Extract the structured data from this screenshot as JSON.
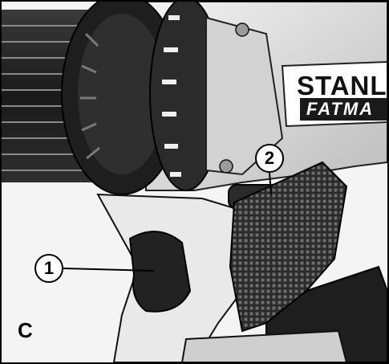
{
  "figure": {
    "letter": "C",
    "callouts": [
      {
        "label": "1",
        "part": "trigger-switch"
      },
      {
        "label": "2",
        "part": "forward-reverse-slider"
      }
    ],
    "brand_top": "STANLE",
    "brand_bottom": "FATMA"
  },
  "colors": {
    "border": "#000000",
    "background": "#ffffff",
    "tool_dark": "#1c1c1c",
    "tool_mid": "#6b6b6b",
    "tool_light": "#d9d9d9"
  }
}
